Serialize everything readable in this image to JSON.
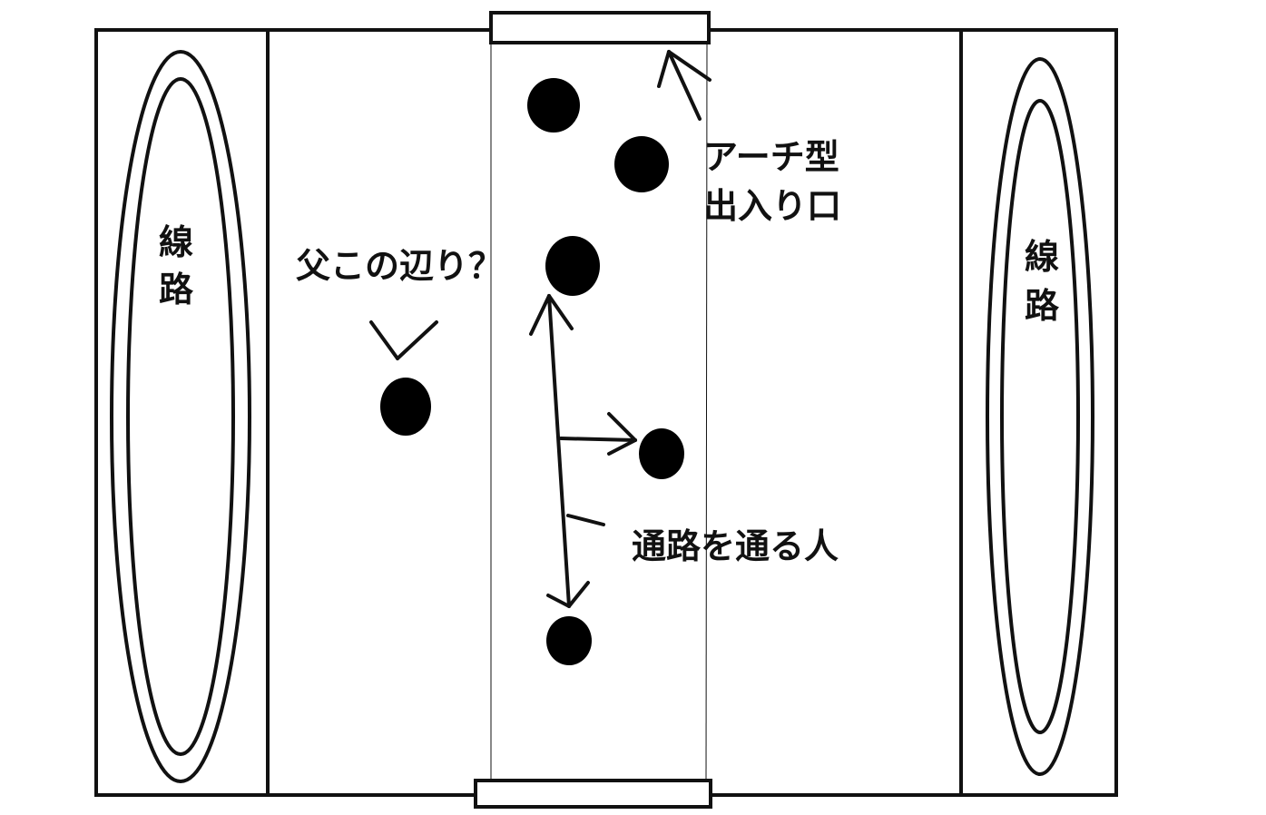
{
  "labels": {
    "track_left_line1": "線",
    "track_left_line2": "路",
    "track_right_line1": "線",
    "track_right_line2": "路",
    "father": "父この辺り？",
    "arch_line1": "アーチ型",
    "arch_line2": "出入り口",
    "passers": "通路を通る人"
  },
  "colors": {
    "ink": "#111111",
    "background": "#ffffff"
  }
}
